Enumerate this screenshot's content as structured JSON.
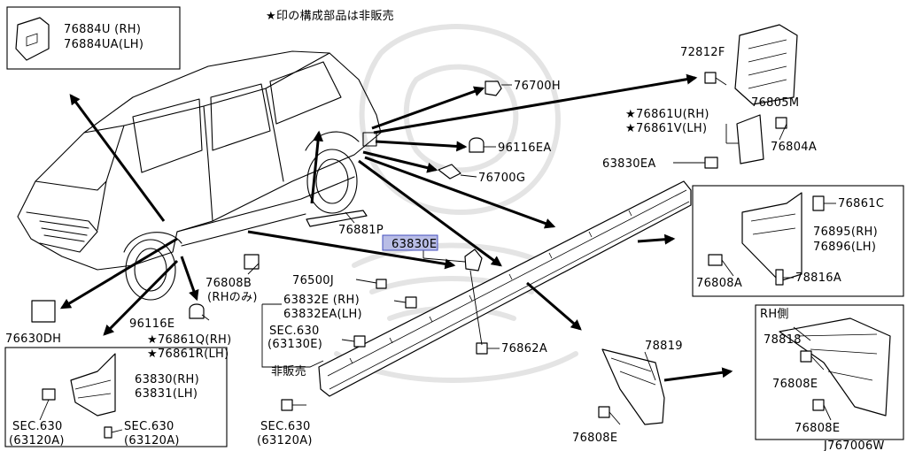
{
  "note": "★印の構成部品は非販売",
  "diagram_id": "J767006W",
  "callouts": {
    "c76884u": "76884U  (RH)",
    "c76884ua": "76884UA(LH)",
    "c72812f": "72812F",
    "c76805m": "76805M",
    "c76700h": "76700H",
    "c96116ea": "96116EA",
    "c76700g": "76700G",
    "c76861u": "★76861U(RH)",
    "c76861v": "★76861V(LH)",
    "c76804a": "76804A",
    "c63830ea": "63830EA",
    "c76861c": "76861C",
    "c76895": "76895(RH)",
    "c76896": "76896(LH)",
    "c76808a": "76808A",
    "c78816a": "78816A",
    "c76881p": "76881P",
    "c63830e": "63830E",
    "c76500j": "76500J",
    "c63832e": "63832E  (RH)",
    "c63832ea": "63832EA(LH)",
    "c76808b": "76808B",
    "c76808b_note": "(RHのみ)",
    "c96116e": "96116E",
    "c76861q": "★76861Q(RH)",
    "c76861r": "★76861R(LH)",
    "c_sec630_a": "SEC.630",
    "c_63130e": "(63130E)",
    "c_hibanbai": "非販売",
    "c76862a": "76862A",
    "c76630dh": "76630DH",
    "c63830": "63830(RH)",
    "c63831": "63831(LH)",
    "c_sec630_b": "SEC.630",
    "c_63120a_b": "(63120A)",
    "c_sec630_c": "SEC.630",
    "c_63120a_c": "(63120A)",
    "c_sec630_d": "SEC.630",
    "c_63120a_d": "(63120A)",
    "c78819": "78819",
    "c76808e_a": "76808E",
    "c_rh_side": "RH側",
    "c78818": "78818",
    "c76808e_b": "76808E",
    "c76808e_c": "76808E"
  }
}
